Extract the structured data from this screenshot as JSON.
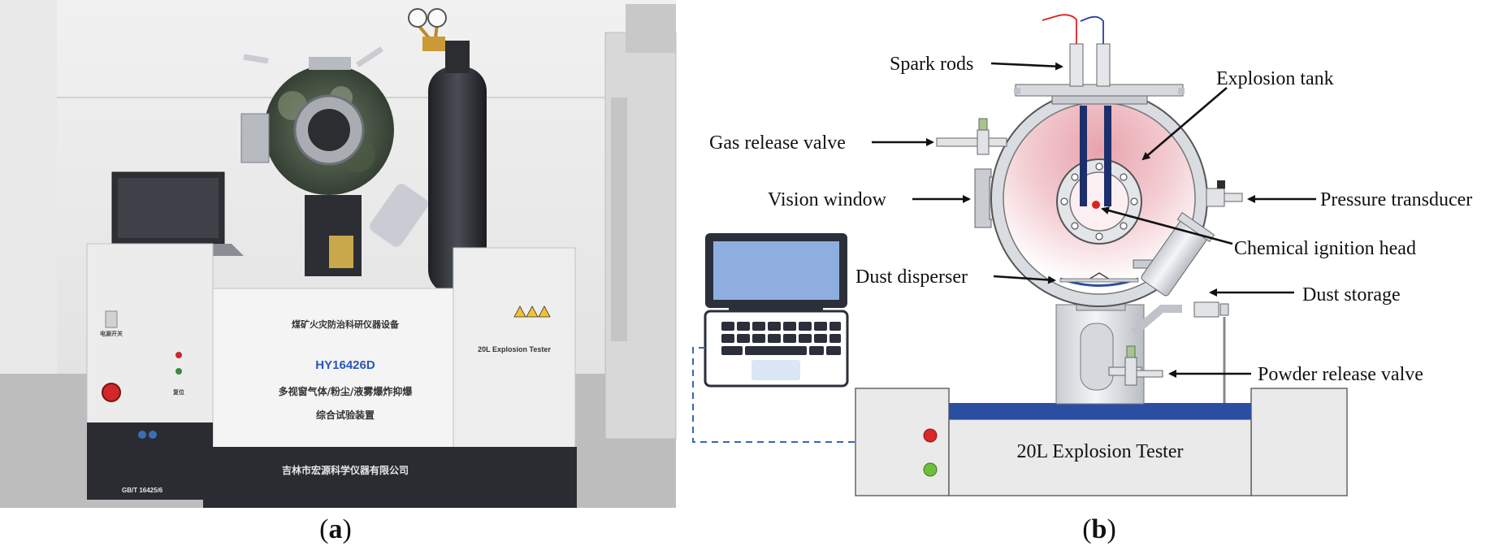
{
  "panels": {
    "a": {
      "open": "(",
      "letter": "a",
      "close": ")"
    },
    "b": {
      "open": "(",
      "letter": "b",
      "close": ")"
    }
  },
  "photo": {
    "front_panel": {
      "top_text": "煤矿火灾防治科研仪器设备",
      "model": "HY16426D",
      "line1": "多视窗气体/粉尘/液雾爆炸抑爆",
      "line2": "综合试验装置",
      "manufacturer": "吉林市宏源科学仪器有限公司",
      "standard": "GB/T 16425/6",
      "right_label": "20L Explosion Tester",
      "switch_label": "电源开关",
      "small_label": "复位"
    }
  },
  "diagram": {
    "labels": {
      "spark_rods": "Spark rods",
      "explosion_tank": "Explosion tank",
      "gas_release_valve": "Gas release valve",
      "vision_window": "Vision window",
      "pressure_transducer": "Pressure transducer",
      "chemical_ignition_head": "Chemical ignition head",
      "dust_disperser": "Dust disperser",
      "dust_storage": "Dust storage",
      "powder_release_valve": "Powder release valve",
      "tester_label": "20L Explosion Tester"
    }
  },
  "colors": {
    "tank_pink": "#e8a3ad",
    "tester_blue": "#2b4ea3",
    "laptop_screen": "#8faee0",
    "laptop_frame": "#2a2f3a",
    "led_red": "#d82828",
    "led_green": "#6fbf3f",
    "cable_dashed": "#3a66b0"
  }
}
